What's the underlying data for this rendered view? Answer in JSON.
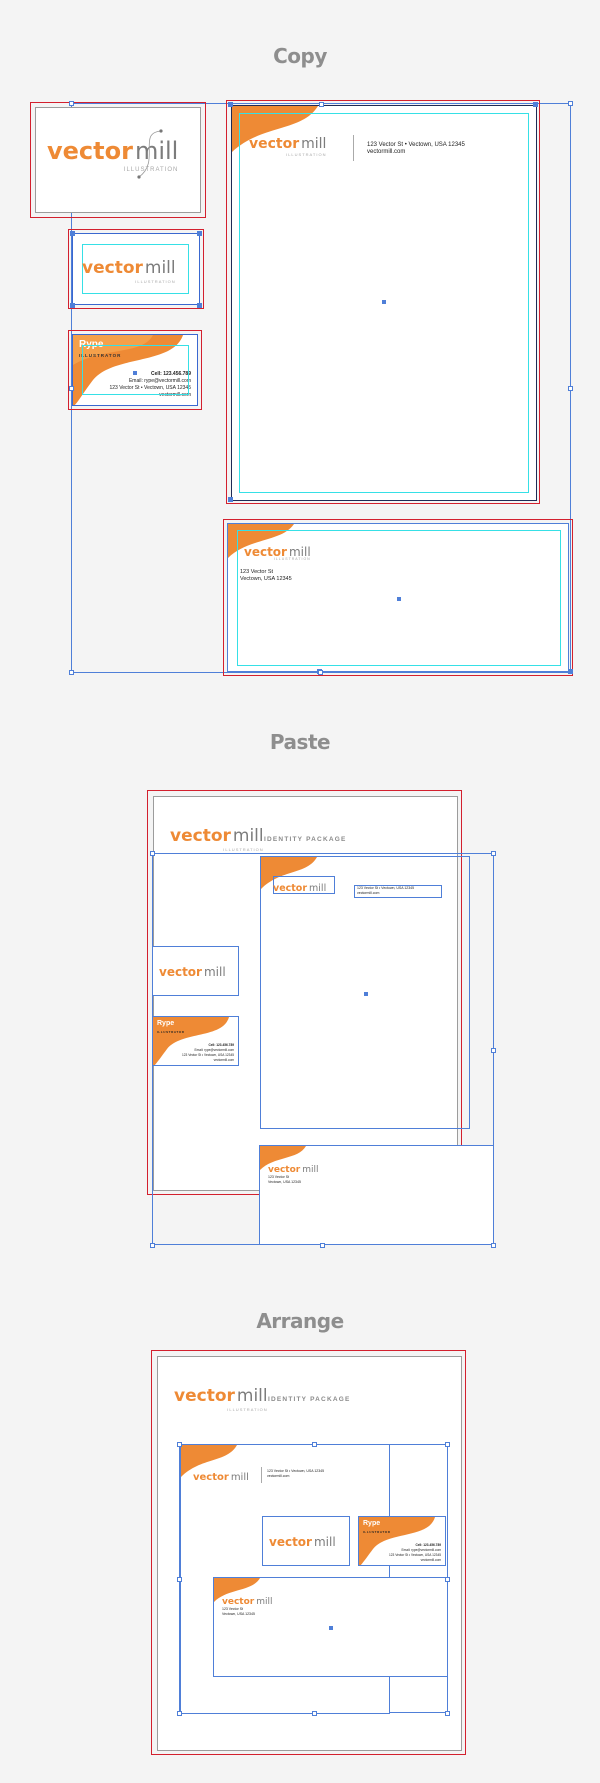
{
  "sections": {
    "copy": "Copy",
    "paste": "Paste",
    "arrange": "Arrange"
  },
  "brand": {
    "vector": "vector",
    "mill": "mill",
    "tagline": "ILLUSTRATION",
    "identity_package": "IDENTITY PACKAGE"
  },
  "card": {
    "name": "Rype",
    "role": "ILLUSTRATOR",
    "cell": "Cell: 123.456.789",
    "email": "Email: rype@vectormill.com",
    "address": "123 Vector St • Vectown, USA 12345",
    "site": "vectormill.com"
  },
  "letterhead": {
    "address": "123 Vector St • Vectown, USA 12345",
    "site": "vectormill.com"
  },
  "envelope": {
    "street": "123 Vector St",
    "city": "Vectown, USA 12345"
  },
  "colors": {
    "brand_orange": "#ee8a35",
    "selection_blue": "#4f7fd8",
    "artboard_red": "#d3202e",
    "guide_cyan": "#36e0e6"
  }
}
